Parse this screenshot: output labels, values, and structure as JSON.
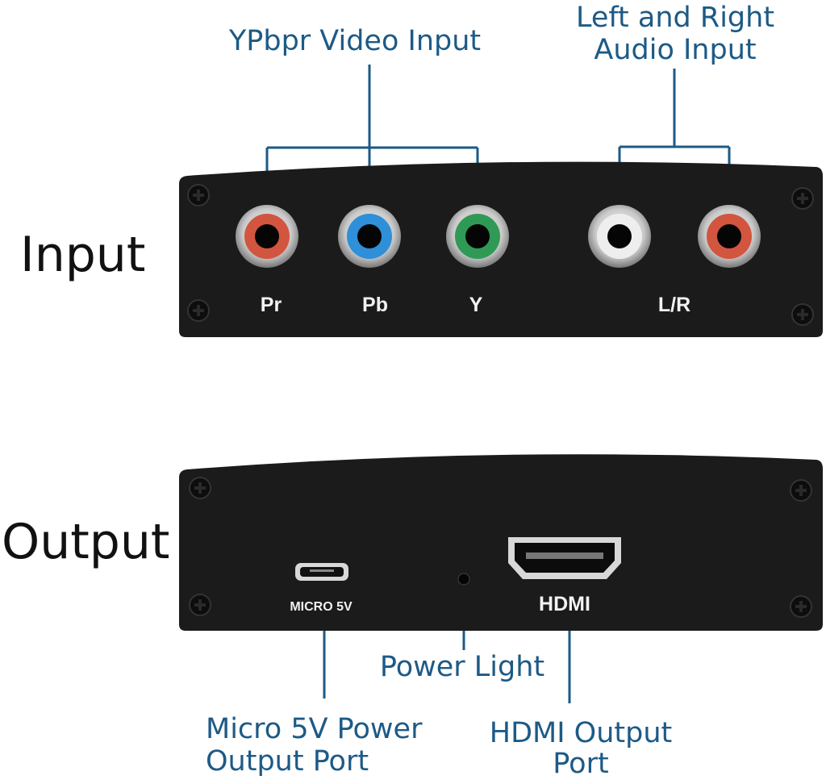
{
  "sections": {
    "input": "Input",
    "output": "Output"
  },
  "callouts": {
    "video_input": "YPbpr Video Input",
    "audio_input_line1": "Left and Right",
    "audio_input_line2": "Audio Input",
    "power_light": "Power Light",
    "micro_line1": "Micro 5V Power",
    "micro_line2": "Output Port",
    "hdmi_line1": "HDMI Output",
    "hdmi_line2": "Port"
  },
  "input_ports": [
    {
      "label": "Pr",
      "color": "#d2553f"
    },
    {
      "label": "Pb",
      "color": "#2f8fd8"
    },
    {
      "label": "Y",
      "color": "#2f9a55"
    },
    {
      "label": "L/R",
      "color": "#eeeeee"
    },
    {
      "label": "",
      "color": "#d2553f"
    }
  ],
  "output_ports": {
    "micro": "MICRO 5V",
    "hdmi": "HDMI"
  },
  "colors": {
    "callout": "#1d5a86",
    "panel": "#1b1b1b"
  }
}
